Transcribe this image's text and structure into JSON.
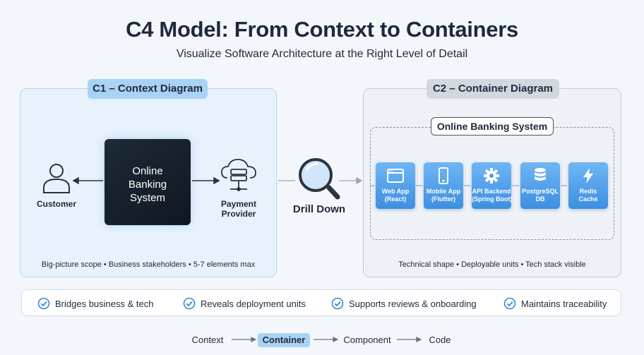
{
  "header": {
    "title": "C4 Model: From Context to Containers",
    "subtitle": "Visualize Software Architecture at the Right Level of Detail"
  },
  "c1": {
    "label": "C1 – Context Diagram",
    "center_line1": "Online",
    "center_line2": "Banking",
    "center_line3": "System",
    "customer_label": "Customer",
    "provider_line1": "Payment",
    "provider_line2": "Provider",
    "caption": "Big-picture scope • Business stakeholders • 5-7 elements max"
  },
  "drill_label": "Drill Down",
  "c2": {
    "label": "C2 – Container Diagram",
    "boundary_label": "Online Banking System",
    "containers": [
      {
        "line1": "Web App",
        "line2": "(React)",
        "icon": "browser-window-icon"
      },
      {
        "line1": "Mobile App",
        "line2": "(Flutter)",
        "icon": "smartphone-icon"
      },
      {
        "line1": "API Backend",
        "line2": "(Spring Boot)",
        "icon": "gear-icon"
      },
      {
        "line1": "PostgreSQL",
        "line2": "DB",
        "icon": "database-icon"
      },
      {
        "line1": "Redis",
        "line2": "Cache",
        "icon": "lightning-icon"
      }
    ],
    "caption": "Technical shape • Deployable units • Tech stack visible"
  },
  "benefits": [
    "Bridges business & tech",
    "Reveals deployment units",
    "Supports reviews & onboarding",
    "Maintains traceability"
  ],
  "levels": {
    "items": [
      "Context",
      "Container",
      "Component",
      "Code"
    ],
    "active": "Container"
  },
  "colors": {
    "accent_blue": "#3d8fe0",
    "c1_tag": "#a9d3f5",
    "c2_tag": "#d3d8df",
    "check": "#3a86d6"
  }
}
